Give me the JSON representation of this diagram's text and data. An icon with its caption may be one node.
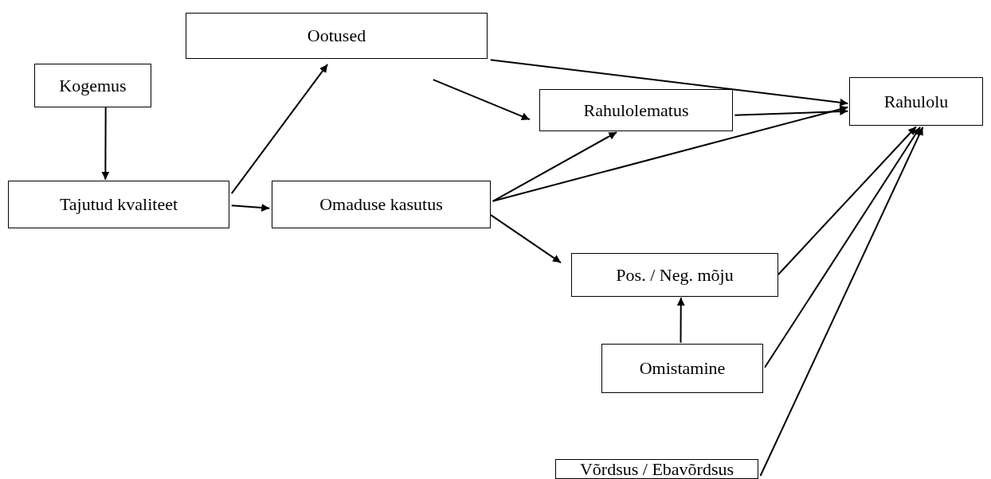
{
  "diagram": {
    "nodes": [
      {
        "text": [
          "Kogemus"
        ]
      },
      {
        "text": [
          "Tajutud kvaliteet"
        ]
      },
      {
        "text": [
          "Ootused"
        ]
      },
      {
        "text": [
          "Omaduse kasutus"
        ]
      },
      {
        "text": [
          "Rahulolematus"
        ]
      },
      {
        "text": [
          "Rahulolu"
        ]
      },
      {
        "text": [
          "Pos. / Neg. mõju"
        ]
      },
      {
        "text": [
          "Omistamine"
        ]
      },
      {
        "text": [
          "Võrdsus / Ebavõrdsus"
        ]
      }
    ],
    "edges": [
      {
        "from": 0,
        "to": 1,
        "arrow": "to"
      },
      {
        "from": 1,
        "to": 2,
        "arrow": "to"
      },
      {
        "from": 1,
        "to": 3,
        "arrow": "to"
      },
      {
        "from": 2,
        "to": 5,
        "arrow": "to"
      },
      {
        "from": 2,
        "to": 4,
        "arrow": "to"
      },
      {
        "from": 4,
        "to": 5,
        "arrow": "to"
      },
      {
        "from": 3,
        "to": 4,
        "arrow": "to"
      },
      {
        "from": 3,
        "to": 5,
        "arrow": "to"
      },
      {
        "from": 3,
        "to": 6,
        "arrow": "to"
      },
      {
        "from": 7,
        "to": 6,
        "arrow": "to"
      },
      {
        "from": 6,
        "to": 5,
        "arrow": "to"
      },
      {
        "from": 7,
        "to": 5,
        "arrow": "to"
      },
      {
        "from": 8,
        "to": 5,
        "arrow": "to"
      }
    ]
  }
}
